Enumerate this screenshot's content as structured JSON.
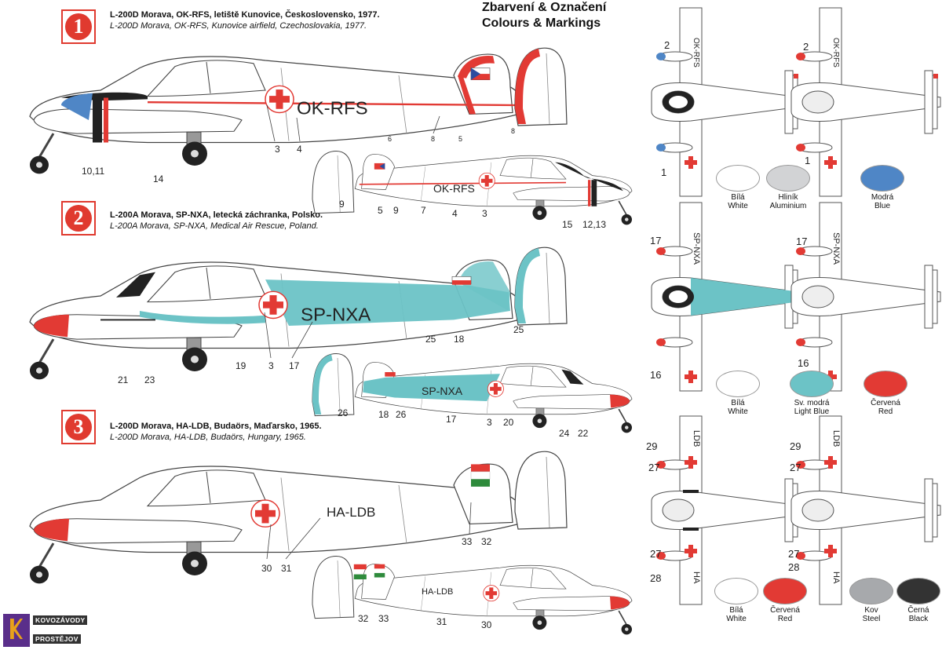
{
  "header": {
    "cz": "Zbarvení & Označení",
    "en": "Colours & Markings"
  },
  "schemes": [
    {
      "num": "1",
      "cz": "L-200D Morava, OK-RFS, letiště Kunovice, Československo, 1977.",
      "en": "L-200D Morava, OK-RFS, Kunovice airfield, Czechoslovakia, 1977.",
      "reg": "OK-RFS",
      "callouts_main": [
        "10,11",
        "14",
        "3",
        "4",
        "6",
        "8",
        "5",
        "8"
      ],
      "callouts_small": [
        "9",
        "5",
        "9",
        "7",
        "4",
        "3",
        "15",
        "12,13"
      ]
    },
    {
      "num": "2",
      "cz": "L-200A Morava, SP-NXA, letecká záchranka, Polsko.",
      "en": "L-200A Morava, SP-NXA, Medical Air Rescue, Poland.",
      "reg": "SP-NXA",
      "callouts_main": [
        "21",
        "23",
        "19",
        "3",
        "17",
        "25",
        "18",
        "25"
      ],
      "callouts_small": [
        "26",
        "18",
        "26",
        "17",
        "3",
        "20",
        "24",
        "22"
      ]
    },
    {
      "num": "3",
      "cz": "L-200D Morava, HA-LDB, Budaörs, Maďarsko, 1965.",
      "en": "L-200D Morava, HA-LDB, Budaörs, Hungary, 1965.",
      "reg": "HA-LDB",
      "callouts_main": [
        "30",
        "31",
        "33",
        "32"
      ],
      "callouts_small": [
        "32",
        "33",
        "31",
        "30"
      ]
    }
  ],
  "planforms": [
    {
      "reg": "OK-RFS",
      "callouts_left": [
        "2",
        "1"
      ],
      "callouts_right": [
        "2",
        "1"
      ]
    },
    {
      "reg": "SP-NXA",
      "callouts_left": [
        "17",
        "16"
      ],
      "callouts_right": [
        "17",
        "16"
      ]
    },
    {
      "reg_top": "LDB",
      "reg_bottom": "HA",
      "callouts_left": [
        "29",
        "27",
        "27",
        "28"
      ],
      "callouts_right": [
        "29",
        "27",
        "27",
        "28"
      ]
    }
  ],
  "swatches": [
    [
      {
        "cz": "Bílá",
        "en": "White",
        "color": "#ffffff"
      },
      {
        "cz": "Hliník",
        "en": "Aluminium",
        "color": "#d2d3d5"
      },
      {
        "cz": "Modrá",
        "en": "Blue",
        "color": "#4f86c6"
      }
    ],
    [
      {
        "cz": "Bílá",
        "en": "White",
        "color": "#ffffff"
      },
      {
        "cz": "Sv. modrá",
        "en": "Light Blue",
        "color": "#6cc3c6"
      },
      {
        "cz": "Červená",
        "en": "Red",
        "color": "#e23a34"
      }
    ],
    [
      {
        "cz": "Bílá",
        "en": "White",
        "color": "#ffffff"
      },
      {
        "cz": "Červená",
        "en": "Red",
        "color": "#e23a34"
      },
      {
        "cz": "Kov",
        "en": "Steel",
        "color": "#a7a9ac"
      },
      {
        "cz": "Černá",
        "en": "Black",
        "color": "#333333"
      }
    ]
  ],
  "logo": {
    "line1": "KOVOZÁVODY",
    "line2": "PROSTĚJOV"
  },
  "colors": {
    "accent": "#e03a2f",
    "aluminium": "#d2d3d5",
    "lightblue": "#6cc3c6",
    "red": "#e23a34",
    "black": "#222222",
    "hungary_green": "#2e8b3c"
  }
}
